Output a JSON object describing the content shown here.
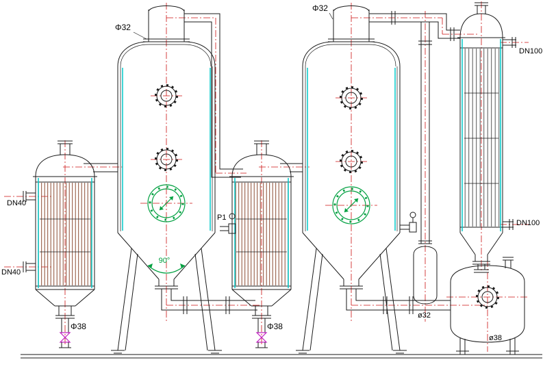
{
  "labels": {
    "evap1_vapor_dia": "Φ32",
    "evap2_vapor_dia": "Φ32",
    "hx1_drain_dia": "Φ38",
    "hx2_drain_dia": "Φ38",
    "hx1_nozzle_upper": "DN40",
    "hx1_nozzle_lower": "DN40",
    "condenser_nozzle_top": "DN100",
    "condenser_nozzle_bottom": "DN100",
    "pressure_tap": "P1",
    "cone_angle": "90°",
    "pot_dia": "ø32",
    "receiver_dia": "ø38"
  },
  "colors": {
    "line": "#1a1a1a",
    "centerline": "#cc1111",
    "edge-highlight": "#00c8c8",
    "fitting-green": "#00a040",
    "valve-magenta": "#c020c0",
    "tube-brown": "#8a4a30",
    "tube-gray": "#555555"
  }
}
